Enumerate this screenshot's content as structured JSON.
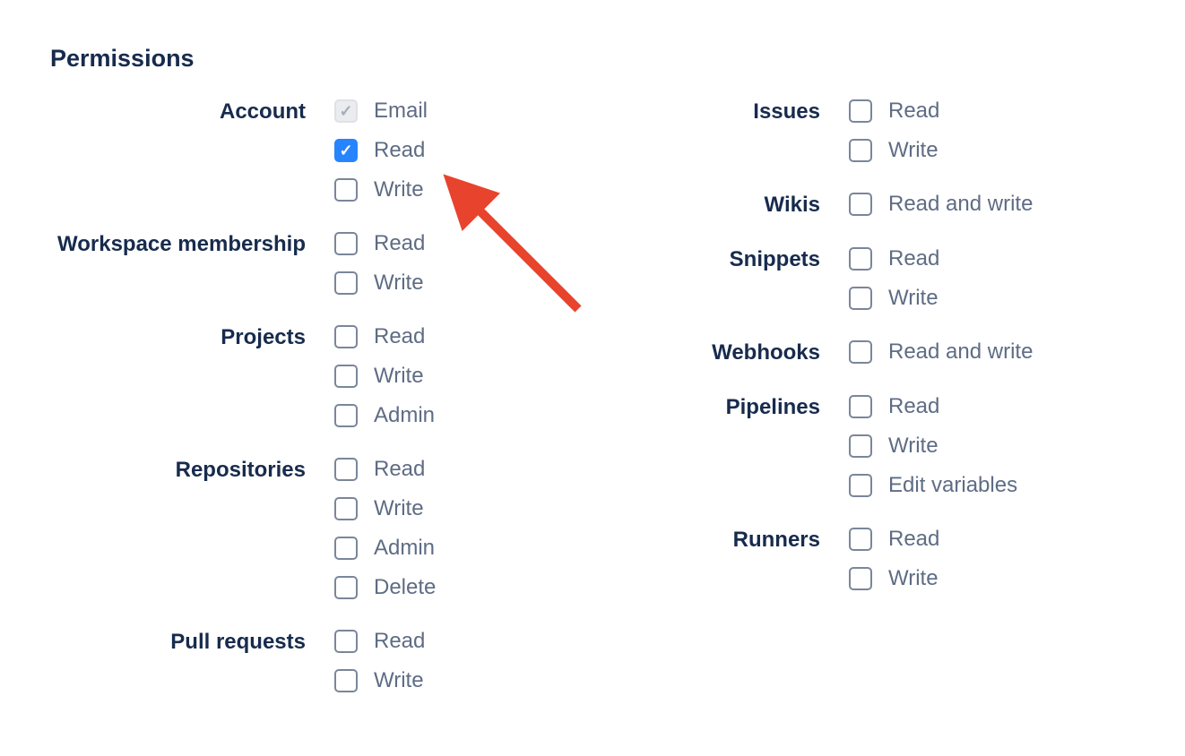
{
  "page": {
    "title": "Permissions"
  },
  "colors": {
    "heading_text": "#172b4d",
    "group_label_text": "#172b4d",
    "item_text": "#5e6c84",
    "checkbox_border": "#7a869a",
    "checkbox_checked_bg": "#2684ff",
    "checkbox_disabled_bg": "#ebecf0",
    "checkbox_disabled_check": "#a5adba",
    "annotation_arrow": "#e8432d"
  },
  "annotation": {
    "shape": "arrow",
    "points_at": "Account Read checkbox"
  },
  "columns": [
    {
      "groups": [
        {
          "label": "Account",
          "items": [
            {
              "label": "Email",
              "state": "disabled-checked"
            },
            {
              "label": "Read",
              "state": "checked"
            },
            {
              "label": "Write",
              "state": "unchecked"
            }
          ]
        },
        {
          "label": "Workspace membership",
          "items": [
            {
              "label": "Read",
              "state": "unchecked"
            },
            {
              "label": "Write",
              "state": "unchecked"
            }
          ]
        },
        {
          "label": "Projects",
          "items": [
            {
              "label": "Read",
              "state": "unchecked"
            },
            {
              "label": "Write",
              "state": "unchecked"
            },
            {
              "label": "Admin",
              "state": "unchecked"
            }
          ]
        },
        {
          "label": "Repositories",
          "items": [
            {
              "label": "Read",
              "state": "unchecked"
            },
            {
              "label": "Write",
              "state": "unchecked"
            },
            {
              "label": "Admin",
              "state": "unchecked"
            },
            {
              "label": "Delete",
              "state": "unchecked"
            }
          ]
        },
        {
          "label": "Pull requests",
          "items": [
            {
              "label": "Read",
              "state": "unchecked"
            },
            {
              "label": "Write",
              "state": "unchecked"
            }
          ]
        }
      ]
    },
    {
      "groups": [
        {
          "label": "Issues",
          "items": [
            {
              "label": "Read",
              "state": "unchecked"
            },
            {
              "label": "Write",
              "state": "unchecked"
            }
          ]
        },
        {
          "label": "Wikis",
          "items": [
            {
              "label": "Read and write",
              "state": "unchecked"
            }
          ]
        },
        {
          "label": "Snippets",
          "items": [
            {
              "label": "Read",
              "state": "unchecked"
            },
            {
              "label": "Write",
              "state": "unchecked"
            }
          ]
        },
        {
          "label": "Webhooks",
          "items": [
            {
              "label": "Read and write",
              "state": "unchecked"
            }
          ]
        },
        {
          "label": "Pipelines",
          "items": [
            {
              "label": "Read",
              "state": "unchecked"
            },
            {
              "label": "Write",
              "state": "unchecked"
            },
            {
              "label": "Edit variables",
              "state": "unchecked"
            }
          ]
        },
        {
          "label": "Runners",
          "items": [
            {
              "label": "Read",
              "state": "unchecked"
            },
            {
              "label": "Write",
              "state": "unchecked"
            }
          ]
        }
      ]
    }
  ]
}
